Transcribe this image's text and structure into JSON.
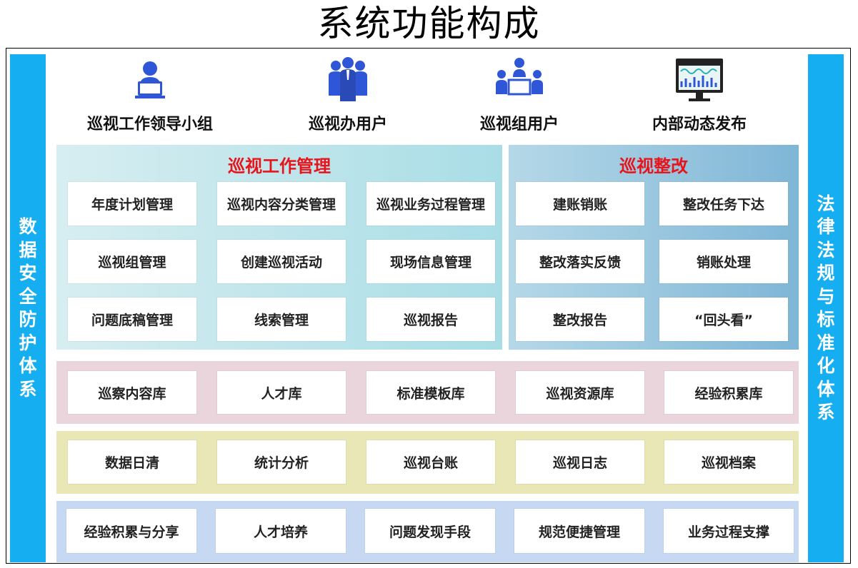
{
  "title": "系统功能构成",
  "side_left": "数据安全防护体系",
  "side_right": "法律法规与标准化体系",
  "roles": [
    {
      "label": "巡视工作领导小组",
      "icon": "person-laptop-icon"
    },
    {
      "label": "巡视办用户",
      "icon": "group-people-icon"
    },
    {
      "label": "巡视组用户",
      "icon": "meeting-icon"
    },
    {
      "label": "内部动态发布",
      "icon": "monitor-chart-icon"
    }
  ],
  "management": {
    "title": "巡视工作管理",
    "items": [
      "年度计划管理",
      "巡视内容分类管理",
      "巡视业务过程管理",
      "巡视组管理",
      "创建巡视活动",
      "现场信息管理",
      "问题底稿管理",
      "线索管理",
      "巡视报告"
    ]
  },
  "rectification": {
    "title": "巡视整改",
    "items": [
      "建账销账",
      "整改任务下达",
      "整改落实反馈",
      "销账处理",
      "整改报告",
      "“回头看”"
    ]
  },
  "library_row": [
    "巡察内容库",
    "人才库",
    "标准模板库",
    "巡视资源库",
    "经验积累库"
  ],
  "data_row": [
    "数据日清",
    "统计分析",
    "巡视台账",
    "巡视日志",
    "巡视档案"
  ],
  "value_row": [
    "经验积累与分享",
    "人才培养",
    "问题发现手段",
    "规范便捷管理",
    "业务过程支撑"
  ],
  "colors": {
    "side_bar": "#15aef1",
    "management_panel": "#a9dde6",
    "rectification_panel": "#7fb6d6",
    "library_panel": "#ead5dd",
    "data_panel": "#e9e7b5",
    "value_panel": "#c6d8f2",
    "panel_title": "#e8141b",
    "icon_blue": "#2f56d6"
  }
}
